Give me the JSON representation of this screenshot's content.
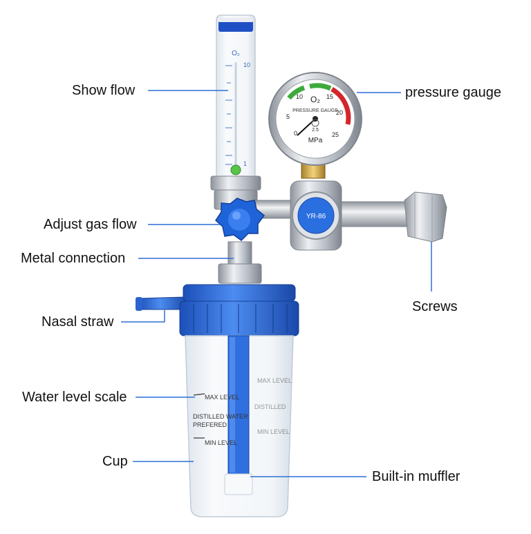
{
  "labels": {
    "show_flow": "Show flow",
    "adjust_gas_flow": "Adjust gas flow",
    "metal_connection": "Metal connection",
    "nasal_straw": "Nasal straw",
    "water_level_scale": "Water level scale",
    "cup": "Cup",
    "pressure_gauge": "pressure gauge",
    "screws": "Screws",
    "built_in_muffler": "Built-in muffler"
  },
  "flowmeter": {
    "gas": "O₂",
    "scale_top": "10",
    "scale_bottom": "1"
  },
  "gauge": {
    "gas": "O₂",
    "title": "PRESSURE GAUGE",
    "unit": "MPa",
    "ticks": [
      "0",
      "5",
      "10",
      "15",
      "20",
      "25"
    ],
    "center_mark": "2.5"
  },
  "regulator": {
    "model": "YR-86"
  },
  "cup_marks": {
    "max_level": "MAX LEVEL",
    "distilled_water": "DISTILLED WATER",
    "preferred": "PREFERED",
    "min_level": "MIN LEVEL"
  },
  "colors": {
    "leader": "#2f6fd6",
    "knob": "#1f63d8",
    "cap": "#2d6fe0",
    "metal": "#c9cdd3"
  }
}
